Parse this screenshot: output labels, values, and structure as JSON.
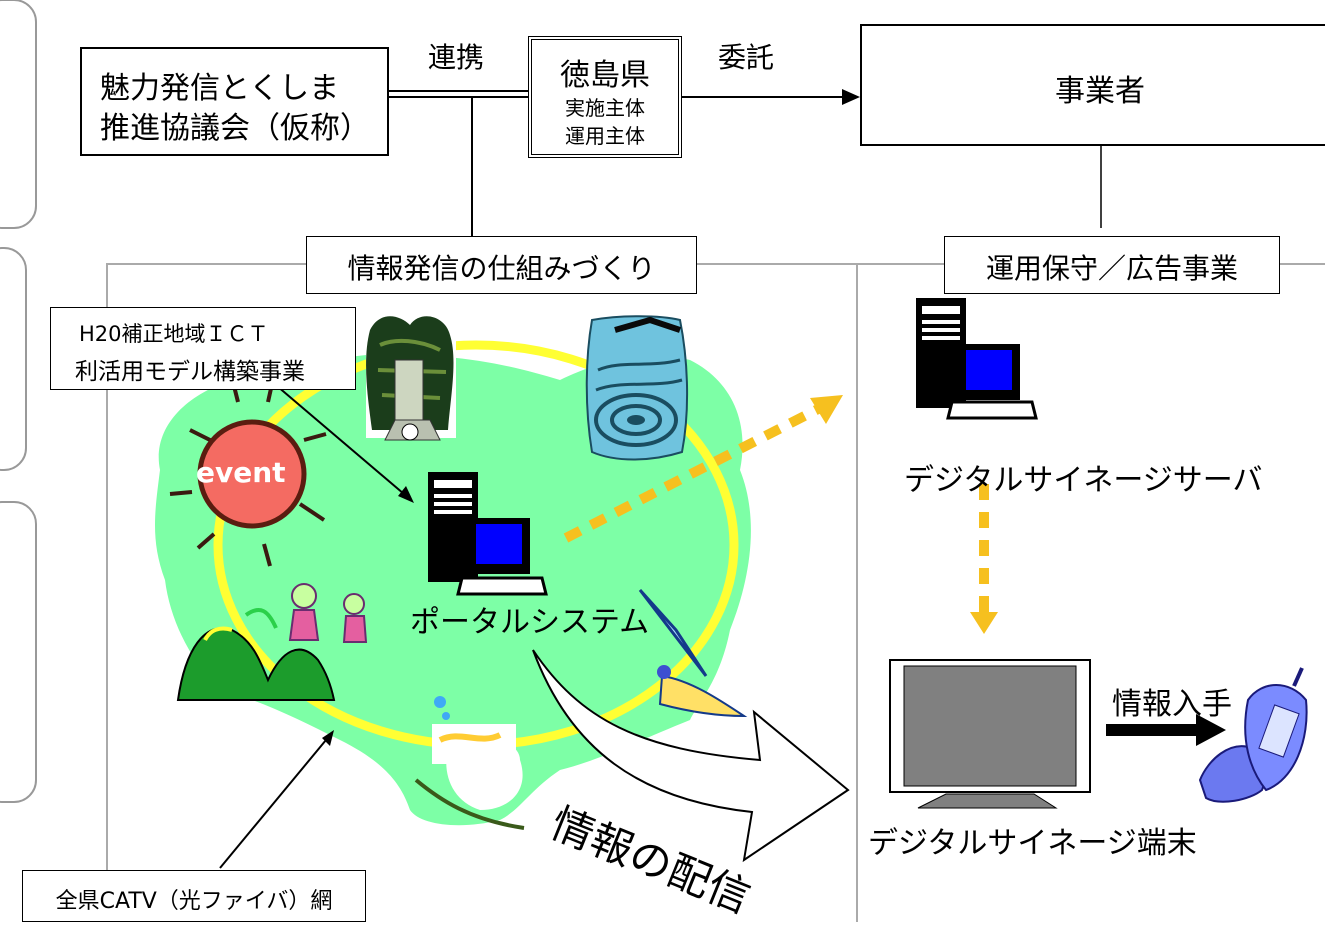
{
  "org_council": {
    "line1": "魅力発信とくしま",
    "line2": "推進協議会（仮称）"
  },
  "link_label": "連携",
  "prefecture": {
    "name": "徳島県",
    "role1": "実施主体",
    "role2": "運用主体"
  },
  "commission_label": "委託",
  "operator": "事業者",
  "section_left": "情報発信の仕組みづくり",
  "section_right": "運用保守／広告事業",
  "project_note": {
    "line1": "H20補正地域ＩＣＴ",
    "line2": "利活用モデル構築事業"
  },
  "event_label": "event",
  "portal_label": "ポータルシステム",
  "server_label": "デジタルサイネージサーバ",
  "terminal_label": "デジタルサイネージ端末",
  "info_get_label": "情報入手",
  "distribution_label": "情報の配信",
  "catv_label": "全県CATV（光ファイバ）網",
  "colors": {
    "map_green": "#7dffa6",
    "yellow_ring": "#ffff33",
    "arrow_dots": "#f6c01f",
    "screen_blue": "#0000ff",
    "sun_red": "#f46b62"
  }
}
